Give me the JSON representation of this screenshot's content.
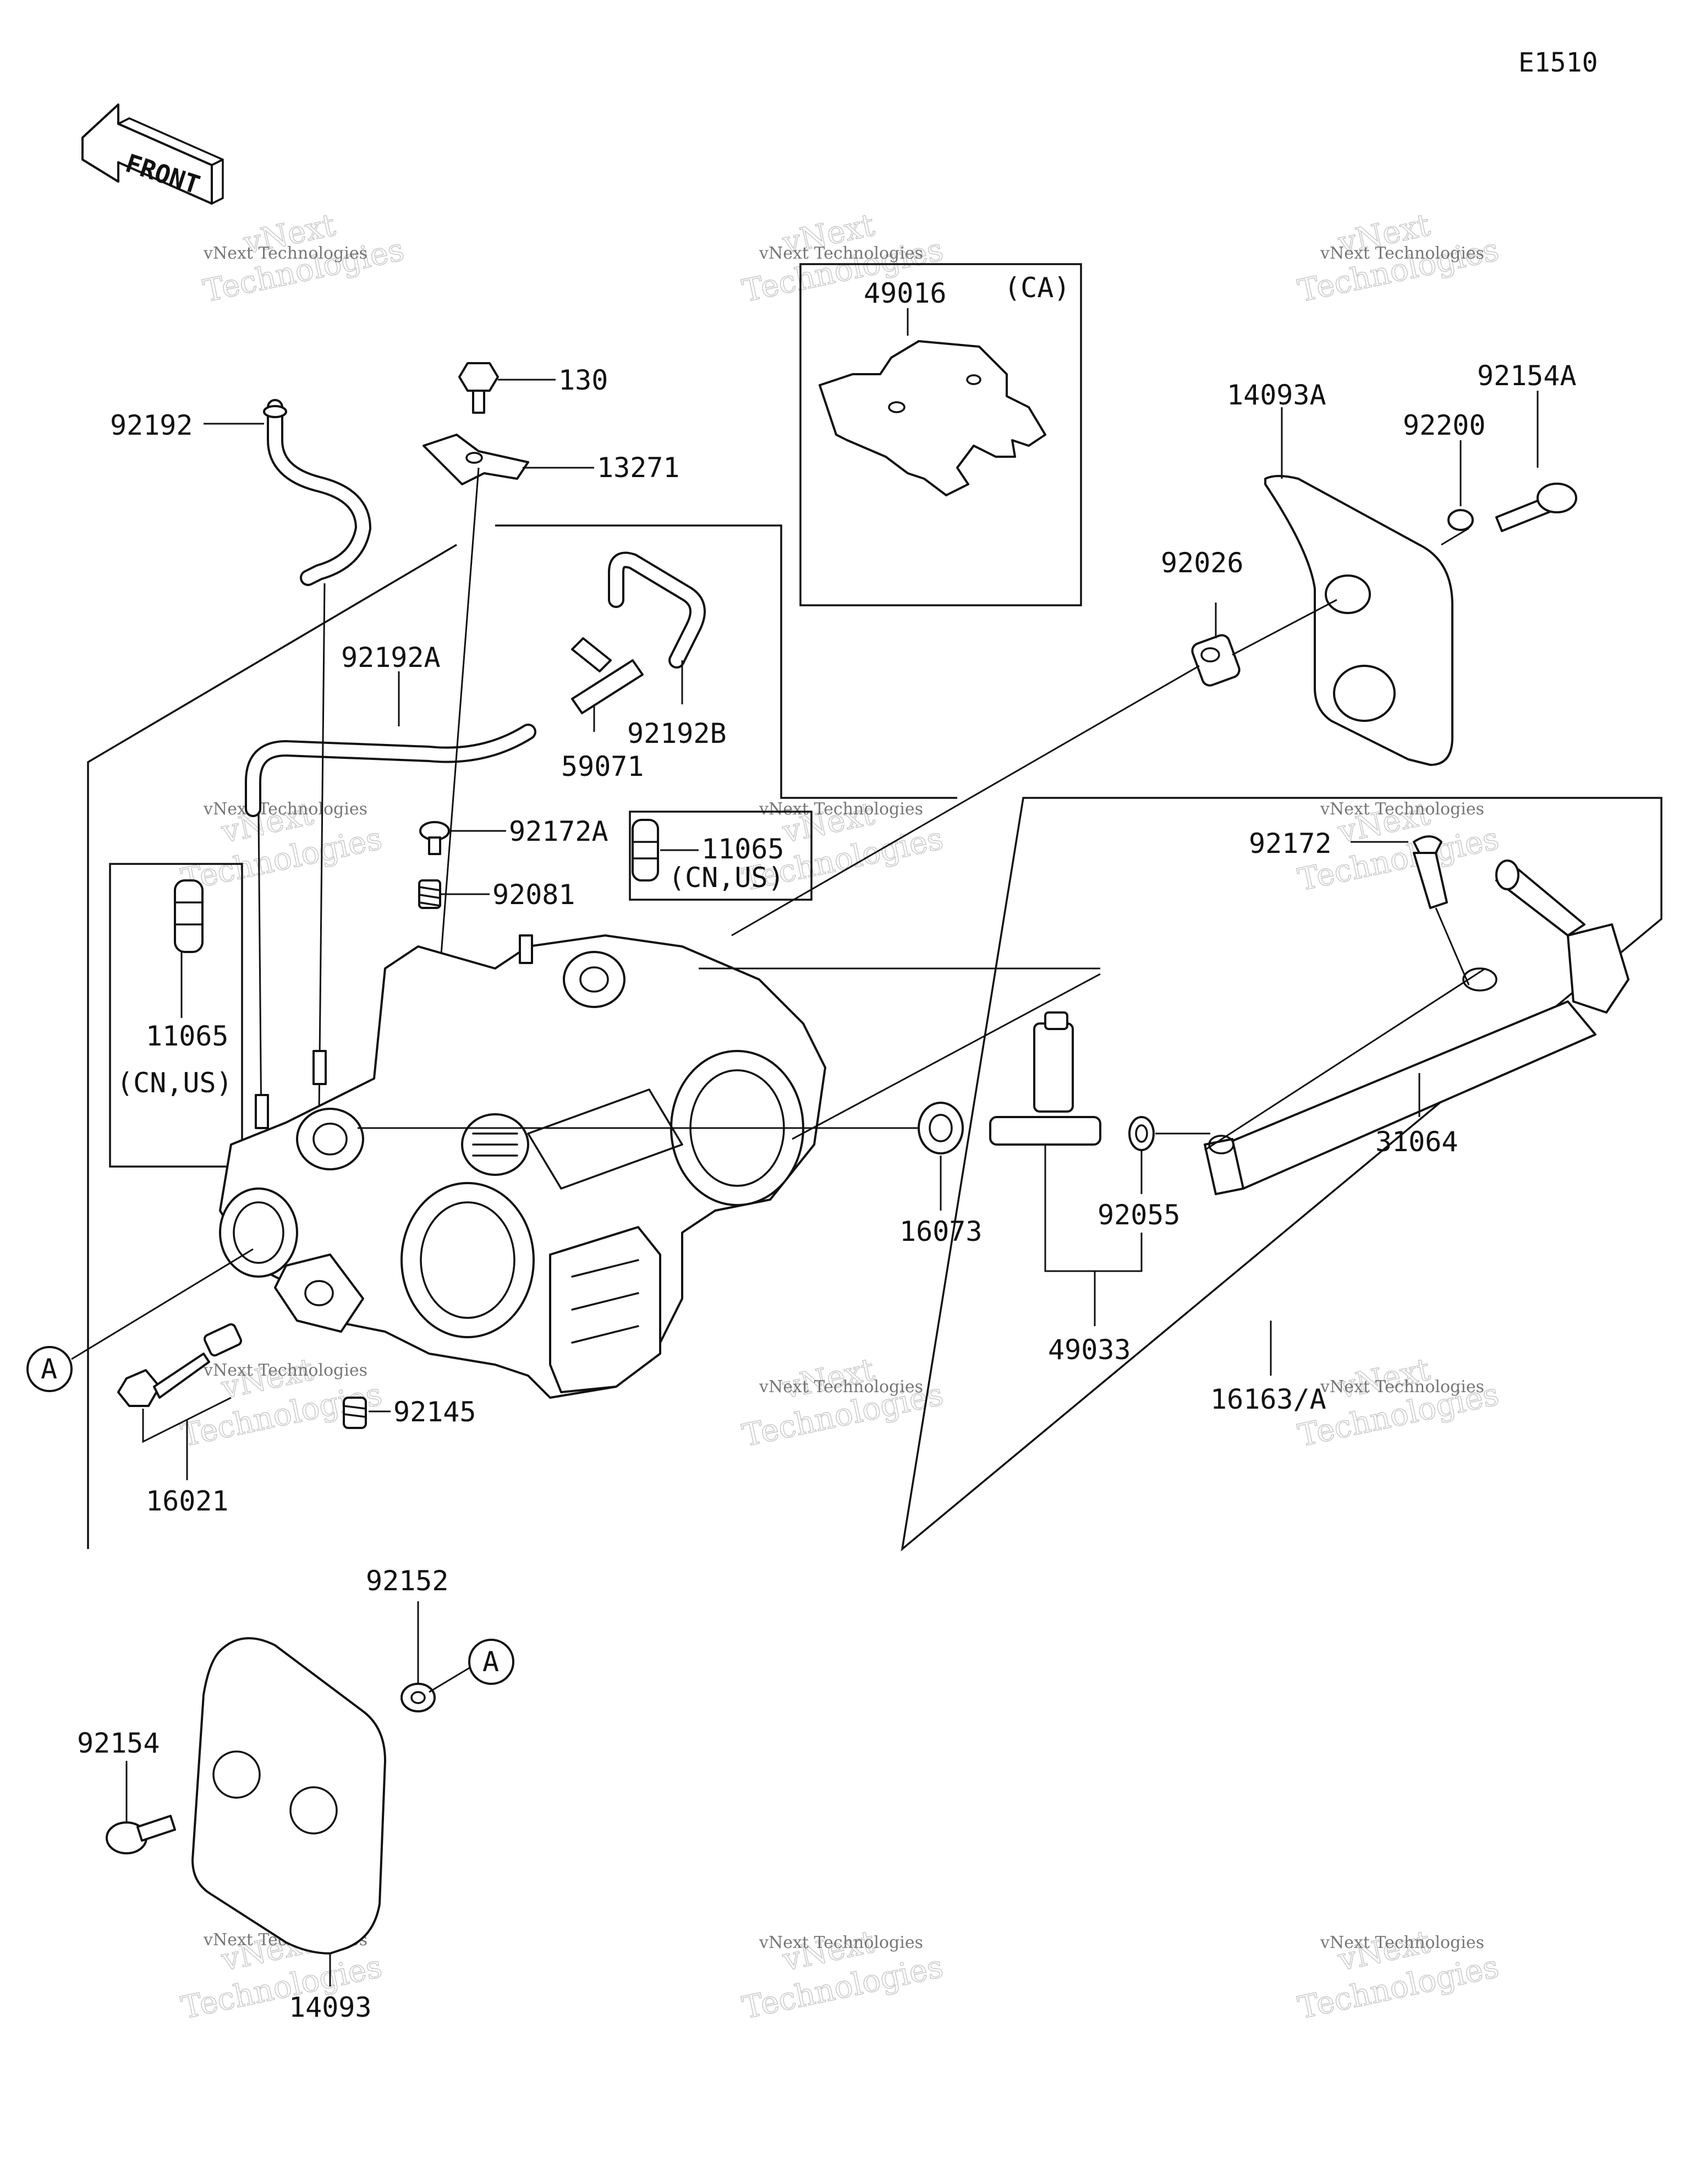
{
  "diagram_code": "E1510",
  "front_arrow_label": "FRONT",
  "watermark": {
    "line1": "vNext Technologies",
    "line2": "Technologies",
    "line3": "vNext"
  },
  "variant_box": {
    "label": "(CA)"
  },
  "reference_markers": {
    "a1": "A",
    "a2": "A"
  },
  "parts": {
    "p130": "130",
    "p13271": "13271",
    "p92192": "92192",
    "p92192A": "92192A",
    "p92192B": "92192B",
    "p59071": "59071",
    "p49016": "49016",
    "p14093A": "14093A",
    "p92154A": "92154A",
    "p92200": "92200",
    "p92026": "92026",
    "p92172A": "92172A",
    "p11065_center": "11065",
    "p11065_center_note": "(CN,US)",
    "p92081": "92081",
    "p11065_left": "11065",
    "p11065_left_note": "(CN,US)",
    "p92172": "92172",
    "p31064": "31064",
    "p16073": "16073",
    "p92055": "92055",
    "p49033": "49033",
    "p16163A": "16163/A",
    "p92145": "92145",
    "p16021": "16021",
    "p92152": "92152",
    "p92154": "92154",
    "p14093": "14093"
  }
}
